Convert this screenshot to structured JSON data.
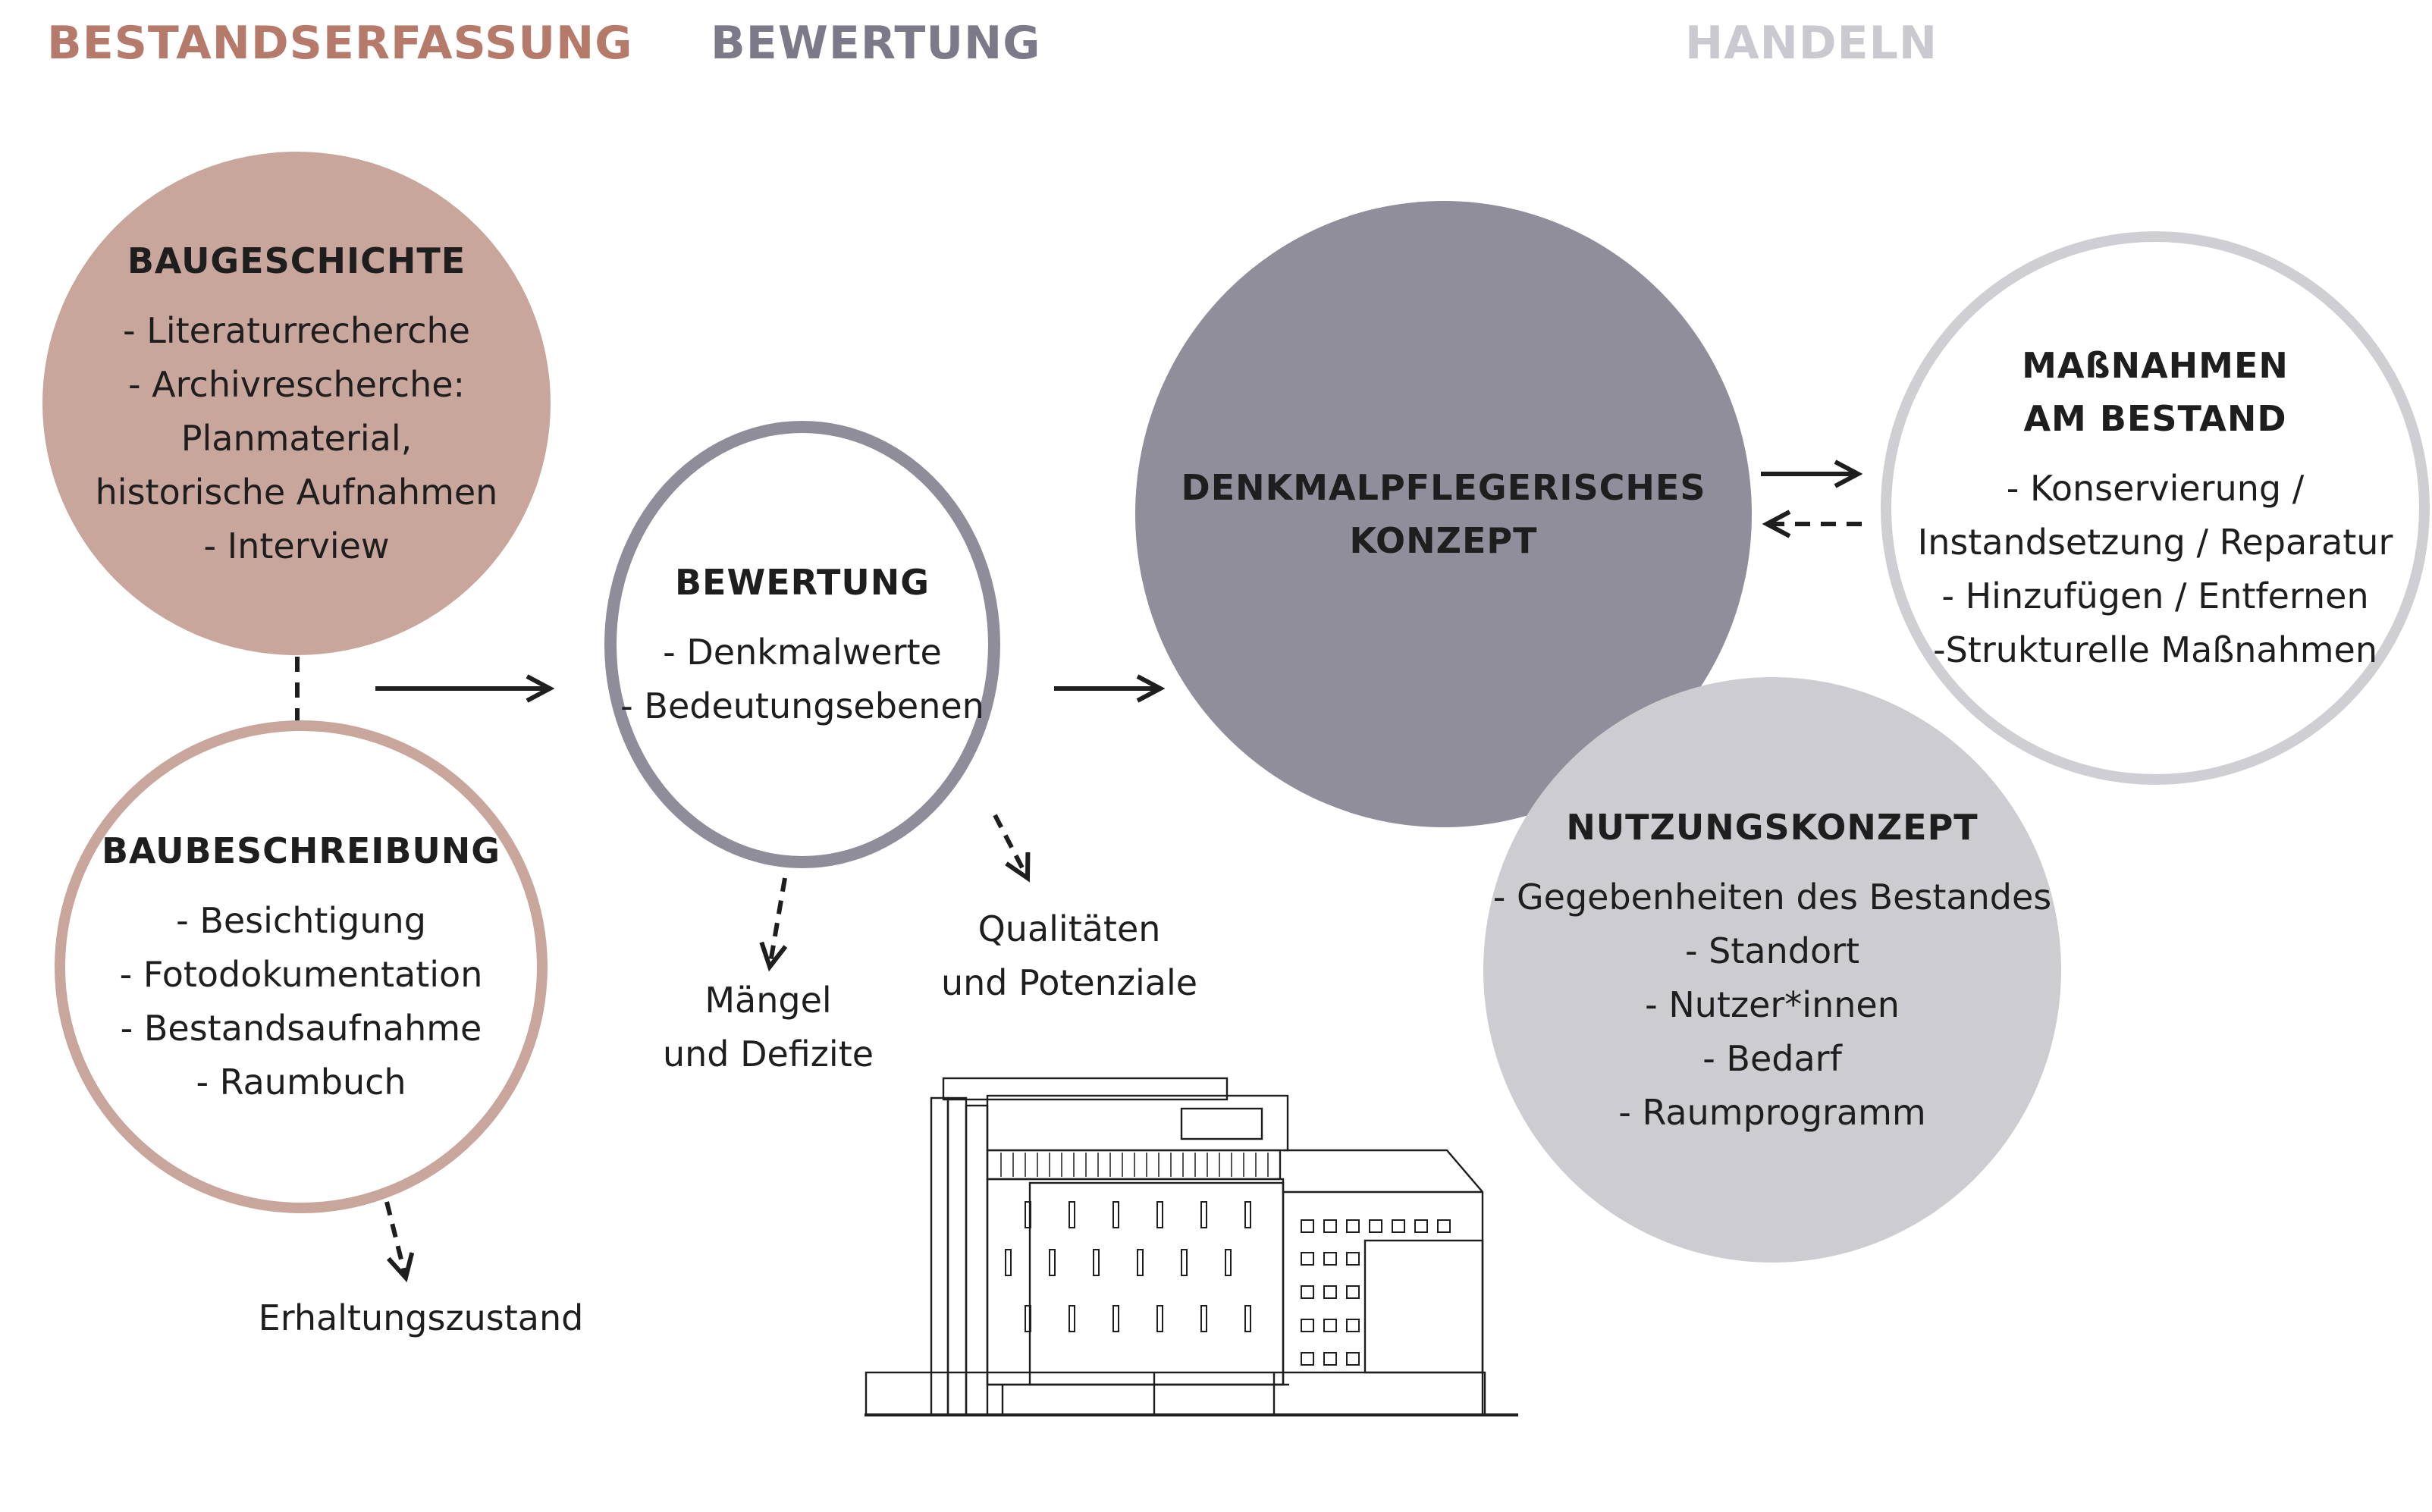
{
  "phases": {
    "bestandserfassung": "BESTANDSERFASSUNG",
    "bewertung": "BEWERTUNG",
    "handeln": "HANDELN"
  },
  "circles": {
    "baugeschichte": {
      "title": "BAUGESCHICHTE",
      "items": [
        "- Literaturrecherche",
        "- Archivrescherche:",
        "Planmaterial,",
        "historische Aufnahmen",
        "- Interview"
      ]
    },
    "baubeschreibung": {
      "title": "BAUBESCHREIBUNG",
      "items": [
        "- Besichtigung",
        "- Fotodokumentation",
        "- Bestandsaufnahme",
        "- Raumbuch"
      ]
    },
    "bewertung": {
      "title": "BEWERTUNG",
      "items": [
        "- Denkmalwerte",
        "- Bedeutungsebenen"
      ]
    },
    "denkmal": {
      "title_lines": [
        "DENKMALPFLEGERISCHES",
        "KONZEPT"
      ]
    },
    "massnahmen": {
      "title_lines": [
        "MAßNAHMEN",
        "AM BESTAND"
      ],
      "items": [
        "- Konservierung /",
        "Instandsetzung / Reparatur",
        "- Hinzufügen / Entfernen",
        "-Strukturelle Maßnahmen"
      ]
    },
    "nutzung": {
      "title": "NUTZUNGSKONZEPT",
      "items": [
        "- Gegebenheiten des Bestandes",
        "- Standort",
        "- Nutzer*innen",
        "- Bedarf",
        "- Raumprogramm"
      ]
    }
  },
  "outcomes": {
    "maengel": [
      "Mängel",
      "und Defizite"
    ],
    "qualitaeten": [
      "Qualitäten",
      "und Potenziale"
    ],
    "erhaltungszustand": "Erhaltungszustand"
  },
  "colors": {
    "rose": "#c9a69c",
    "rose_text": "#b57a6a",
    "slate": "#8f8d99",
    "slate_dark": "#908e9a",
    "light_grey": "#cfcfd3",
    "lighter_grey": "#cdcdd1",
    "ink": "#1e1e1e"
  }
}
